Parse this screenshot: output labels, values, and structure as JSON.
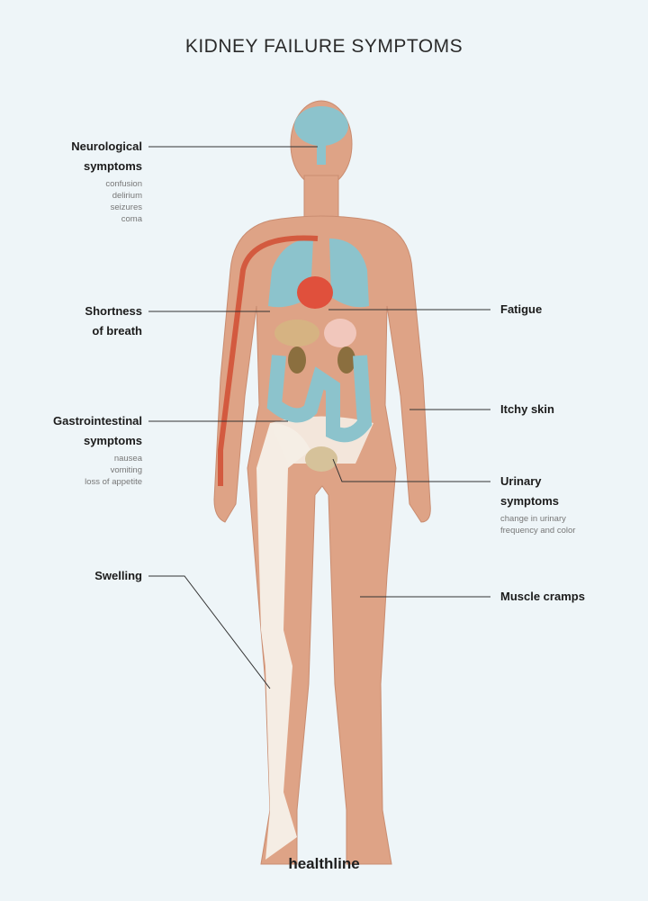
{
  "title": "KIDNEY FAILURE SYMPTOMS",
  "labels": {
    "neuro": {
      "title1": "Neurological",
      "title2": "symptoms",
      "items": [
        "confusion",
        "delirium",
        "seizures",
        "coma"
      ]
    },
    "breath": {
      "title1": "Shortness",
      "title2": "of breath"
    },
    "gi": {
      "title1": "Gastrointestinal",
      "title2": "symptoms",
      "items": [
        "nausea",
        "vomiting",
        "loss of appetite"
      ]
    },
    "swelling": {
      "title1": "Swelling"
    },
    "fatigue": {
      "title1": "Fatigue"
    },
    "itchy": {
      "title1": "Itchy skin"
    },
    "urinary": {
      "title1": "Urinary",
      "title2": "symptoms",
      "items": [
        "change in urinary",
        "frequency and color"
      ]
    },
    "cramps": {
      "title1": "Muscle cramps"
    }
  },
  "brand": "healthline",
  "colors": {
    "background": "#eef5f8",
    "skin": "#dea386",
    "organ_blue": "#8cc3cc",
    "heart": "#e0503c",
    "bone": "#f5ede4"
  }
}
